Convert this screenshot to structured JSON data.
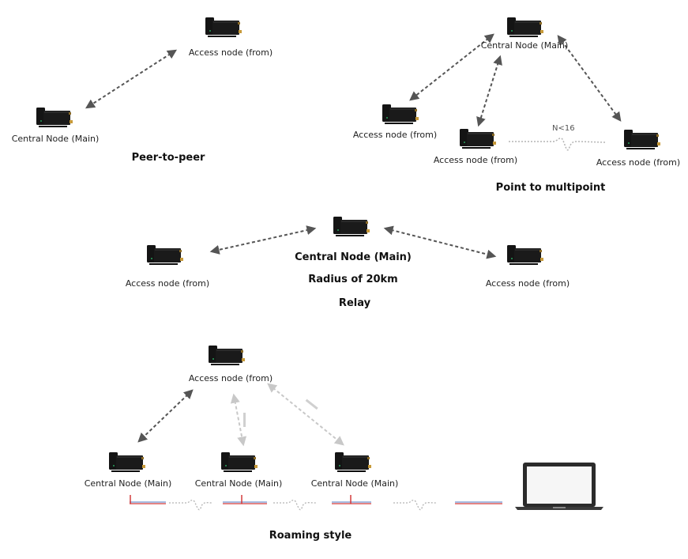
{
  "peer_to_peer": {
    "access_label": "Access node (from)",
    "central_label": "Central Node (Main)",
    "caption": "Peer-to-peer"
  },
  "point_to_multipoint": {
    "central_label": "Central Node (Main)",
    "access_left_label": "Access node (from)",
    "access_mid_label": "Access node (from)",
    "access_right_label": "Access node (from)",
    "count_label": "N<16",
    "caption": "Point to multipoint"
  },
  "relay": {
    "access_left_label": "Access node (from)",
    "access_right_label": "Access node (from)",
    "central_label": "Central Node (Main)",
    "radius_label": "Radius of 20km",
    "caption": "Relay"
  },
  "roaming": {
    "access_label": "Access node (from)",
    "central_1_label": "Central Node (Main)",
    "central_2_label": "Central Node (Main)",
    "central_3_label": "Central Node (Main)",
    "caption": "Roaming style"
  },
  "icons": {
    "device": "radio-device-icon",
    "laptop": "laptop-icon"
  },
  "colors": {
    "arrow": "#555555",
    "arrow_faint": "#c8c8c8",
    "device_body": "#141414",
    "antenna": "#c79a3a",
    "wave": "#b4b4b4",
    "rail_blue": "#8aa6d8",
    "rail_red": "#d23a3a"
  }
}
